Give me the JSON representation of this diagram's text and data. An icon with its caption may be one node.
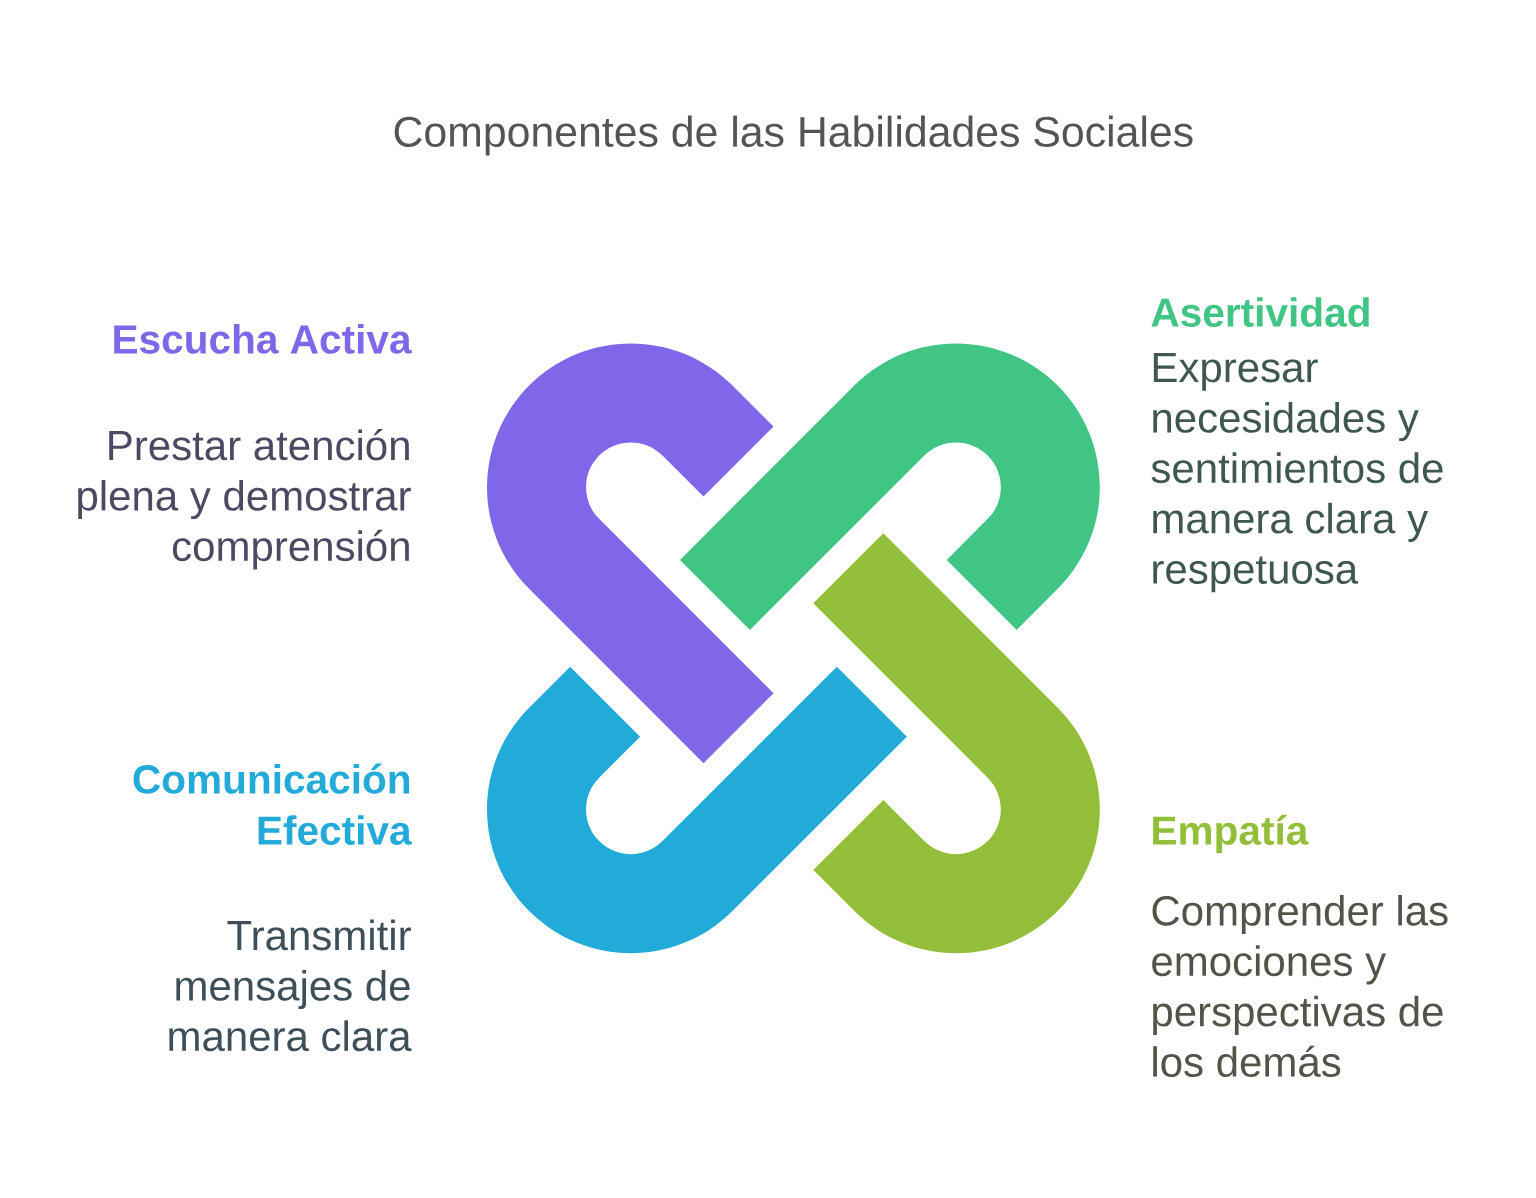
{
  "diagram": {
    "title": "Componentes de las Habilidades Sociales",
    "labels": [
      "Escucha Activa",
      "Prestar atención plena y demostrar comprensión",
      "Asertividad",
      "Expresar necesidades y sentimientos de manera clara y respetuosa",
      "Comunicación Efectiva",
      "Transmitir mensajes de manera clara",
      "Empatía",
      "Comprender las emociones y perspectivas de los demás"
    ]
  }
}
